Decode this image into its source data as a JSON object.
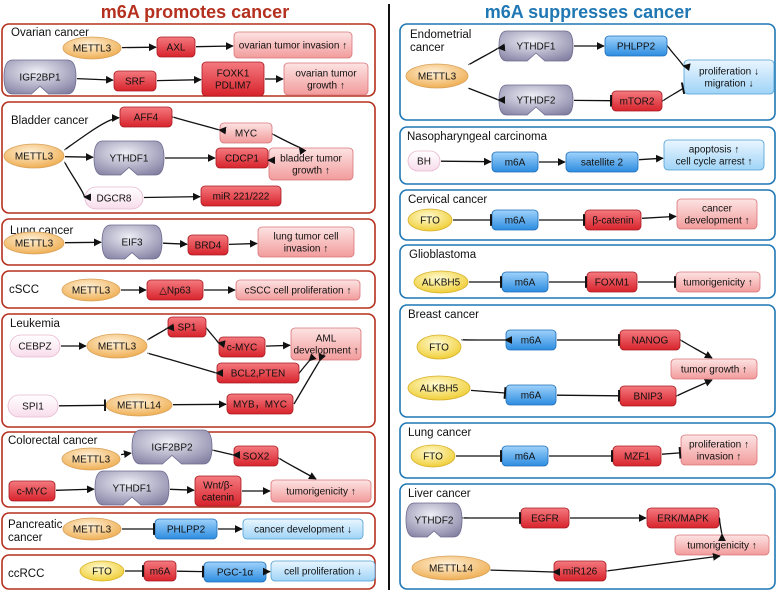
{
  "left_title": "m6A promotes cancer",
  "right_title": "m6A suppresses cancer",
  "colors": {
    "left_accent": "#b5301e",
    "right_accent": "#1f77b4",
    "red_node": "#e2333c",
    "pink_node": "#f4a6a6",
    "blue_node": "#3e9be6",
    "yellow_node": "#f3cf4b",
    "orange_node": "#f3b560",
    "purple_node": "#8c8aa8"
  },
  "panels": [
    {
      "title": "Ovarian cancer",
      "nodes": [
        {
          "text": "METTL3",
          "type": "oval-orange"
        },
        {
          "text": "AXL",
          "type": "red"
        },
        {
          "text": "ovarian tumor invasion ↑",
          "type": "pink"
        },
        {
          "text": "IGF2BP1",
          "type": "protein"
        },
        {
          "text": "SRF",
          "type": "red"
        },
        {
          "text": "FOXK1\nPDLIM7",
          "type": "red"
        },
        {
          "text": "ovarian tumor\ngrowth ↑",
          "type": "pink"
        }
      ]
    },
    {
      "title": "Bladder cancer",
      "nodes": [
        {
          "text": "METTL3",
          "type": "oval-orange"
        },
        {
          "text": "AFF4",
          "type": "red"
        },
        {
          "text": "MYC",
          "type": "pink"
        },
        {
          "text": "YTHDF1",
          "type": "protein"
        },
        {
          "text": "CDCP1",
          "type": "red"
        },
        {
          "text": "bladder tumor\ngrowth ↑",
          "type": "pink"
        },
        {
          "text": "DGCR8",
          "type": "light"
        },
        {
          "text": "miR 221/222",
          "type": "red"
        }
      ]
    },
    {
      "title": "Lung cancer",
      "nodes": [
        {
          "text": "METTL3",
          "type": "oval-orange"
        },
        {
          "text": "EIF3",
          "type": "protein"
        },
        {
          "text": "BRD4",
          "type": "red"
        },
        {
          "text": "lung tumor cell\ninvasion ↑",
          "type": "pink"
        }
      ]
    },
    {
      "title": "cSCC",
      "nodes": [
        {
          "text": "METTL3",
          "type": "oval-orange"
        },
        {
          "text": "△Np63",
          "type": "red"
        },
        {
          "text": "cSCC cell proliferation ↑",
          "type": "pink"
        }
      ]
    },
    {
      "title": "Leukemia",
      "nodes": [
        {
          "text": "CEBPZ",
          "type": "light"
        },
        {
          "text": "METTL3",
          "type": "oval-orange"
        },
        {
          "text": "SP1",
          "type": "red"
        },
        {
          "text": "c-MYC",
          "type": "red"
        },
        {
          "text": "AML\ndevelopment ↑",
          "type": "pink"
        },
        {
          "text": "BCL2,PTEN",
          "type": "red"
        },
        {
          "text": "SPI1",
          "type": "light"
        },
        {
          "text": "METTL14",
          "type": "oval-orange"
        },
        {
          "text": "MYB，MYC",
          "type": "red"
        }
      ]
    },
    {
      "title": "Colorectal cancer",
      "nodes": [
        {
          "text": "METTL3",
          "type": "oval-orange"
        },
        {
          "text": "IGF2BP2",
          "type": "protein"
        },
        {
          "text": "SOX2",
          "type": "red"
        },
        {
          "text": "c-MYC",
          "type": "red"
        },
        {
          "text": "YTHDF1",
          "type": "protein"
        },
        {
          "text": "Wnt/β-\ncatenin",
          "type": "red"
        },
        {
          "text": "tumorigenicity ↑",
          "type": "pink"
        }
      ]
    },
    {
      "title": "Pancreatic\ncancer",
      "nodes": [
        {
          "text": "METTL3",
          "type": "oval-orange"
        },
        {
          "text": "PHLPP2",
          "type": "blue"
        },
        {
          "text": "cancer development ↓",
          "type": "lightblue"
        }
      ]
    },
    {
      "title": "ccRCC",
      "nodes": [
        {
          "text": "FTO",
          "type": "oval-yellow"
        },
        {
          "text": "m6A",
          "type": "red"
        },
        {
          "text": "PGC-1α",
          "type": "blue"
        },
        {
          "text": "cell proliferation ↓",
          "type": "lightblue"
        }
      ]
    },
    {
      "title": "Endometrial\ncancer",
      "nodes": [
        {
          "text": "METTL3",
          "type": "oval-orange"
        },
        {
          "text": "YTHDF1",
          "type": "protein"
        },
        {
          "text": "PHLPP2",
          "type": "blue"
        },
        {
          "text": "proliferation ↓\nmigration ↓",
          "type": "lightblue"
        },
        {
          "text": "YTHDF2",
          "type": "protein"
        },
        {
          "text": "mTOR2",
          "type": "red"
        }
      ]
    },
    {
      "title": "Nasopharyngeal carcinoma",
      "nodes": [
        {
          "text": "BH",
          "type": "light"
        },
        {
          "text": "m6A",
          "type": "blue"
        },
        {
          "text": "satellite 2",
          "type": "blue"
        },
        {
          "text": "apoptosis ↑\ncell cycle arrest ↑",
          "type": "lightblue"
        }
      ]
    },
    {
      "title": "Cervical cancer",
      "nodes": [
        {
          "text": "FTO",
          "type": "oval-yellow"
        },
        {
          "text": "m6A",
          "type": "blue"
        },
        {
          "text": "β-catenin",
          "type": "red"
        },
        {
          "text": "cancer\ndevelopment ↑",
          "type": "pink"
        }
      ]
    },
    {
      "title": "Glioblastoma",
      "nodes": [
        {
          "text": "ALKBH5",
          "type": "oval-yellow"
        },
        {
          "text": "m6A",
          "type": "blue"
        },
        {
          "text": "FOXM1",
          "type": "red"
        },
        {
          "text": "tumorigenicity ↑",
          "type": "pink"
        }
      ]
    },
    {
      "title": "Breast cancer",
      "nodes": [
        {
          "text": "FTO",
          "type": "oval-yellow"
        },
        {
          "text": "m6A",
          "type": "blue"
        },
        {
          "text": "NANOG",
          "type": "red"
        },
        {
          "text": "tumor growth ↑",
          "type": "pink"
        },
        {
          "text": "ALKBH5",
          "type": "oval-yellow"
        },
        {
          "text": "m6A",
          "type": "blue"
        },
        {
          "text": "BNIP3",
          "type": "red"
        }
      ]
    },
    {
      "title": "Lung cancer",
      "nodes": [
        {
          "text": "FTO",
          "type": "oval-yellow"
        },
        {
          "text": "m6A",
          "type": "blue"
        },
        {
          "text": "MZF1",
          "type": "red"
        },
        {
          "text": "proliferation ↑\ninvasion ↑",
          "type": "pink"
        }
      ]
    },
    {
      "title": "Liver cancer",
      "nodes": [
        {
          "text": "YTHDF2",
          "type": "protein"
        },
        {
          "text": "EGFR",
          "type": "red"
        },
        {
          "text": "ERK/MAPK",
          "type": "red"
        },
        {
          "text": "tumorigenicity ↑",
          "type": "pink"
        },
        {
          "text": "METTL14",
          "type": "oval-orange"
        },
        {
          "text": "miR126",
          "type": "red"
        }
      ]
    }
  ]
}
